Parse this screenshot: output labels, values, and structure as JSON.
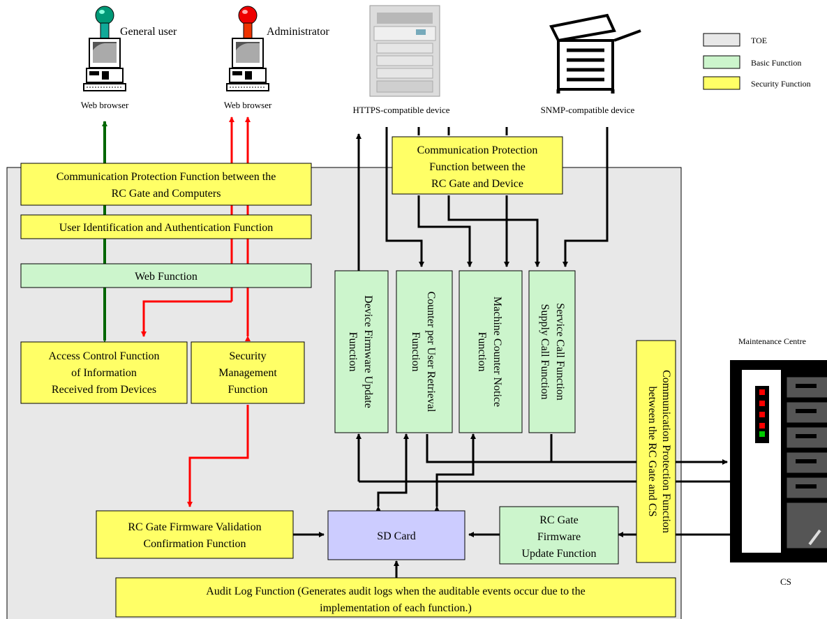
{
  "legend": {
    "toe": "TOE",
    "basic": "Basic Function",
    "security": "Security Function"
  },
  "colors": {
    "toe_fill": "#e8e8e8",
    "basic_fill": "#ccf5cc",
    "security_fill": "#ffff66",
    "sd_fill": "#ccccff",
    "user_arrow": "#006600",
    "admin_arrow": "#ff0000",
    "data_arrow": "#000000"
  },
  "actors": {
    "general_user": "General user",
    "administrator": "Administrator",
    "web_browser_user": "Web browser",
    "web_browser_admin": "Web browser",
    "https_device": "HTTPS-compatible device",
    "snmp_device": "SNMP-compatible device",
    "maintenance_centre": "Maintenance Centre",
    "cs": "CS"
  },
  "boxes": {
    "comm_computers": [
      "Communication Protection Function between the",
      "RC Gate and Computers"
    ],
    "user_auth": [
      "User Identification and Authentication Function"
    ],
    "web_function": [
      "Web Function"
    ],
    "access_control": [
      "Access Control Function",
      "of Information",
      "Received from Devices"
    ],
    "security_mgmt": [
      "Security",
      "Management",
      "Function"
    ],
    "comm_device": [
      "Communication Protection",
      "Function between the",
      "RC Gate and Device"
    ],
    "fw_update_device": [
      "Device Firmware Update",
      "Function"
    ],
    "counter_user": [
      "Counter per User Retrieval",
      "Function"
    ],
    "machine_counter": [
      "Machine Counter Notice",
      "Function"
    ],
    "service_call": [
      "Service Call Function",
      "Supply Call Function"
    ],
    "comm_cs": [
      "Communication Protection Function",
      "between the RC Gate and CS"
    ],
    "fw_validation": [
      "RC Gate Firmware Validation",
      "Confirmation Function"
    ],
    "sd_card": [
      "SD Card"
    ],
    "rc_fw_update": [
      "RC Gate",
      "Firmware",
      "Update Function"
    ],
    "audit_log": [
      "Audit Log Function (Generates audit logs when the auditable events occur due to the",
      "implementation of each function.)"
    ]
  }
}
